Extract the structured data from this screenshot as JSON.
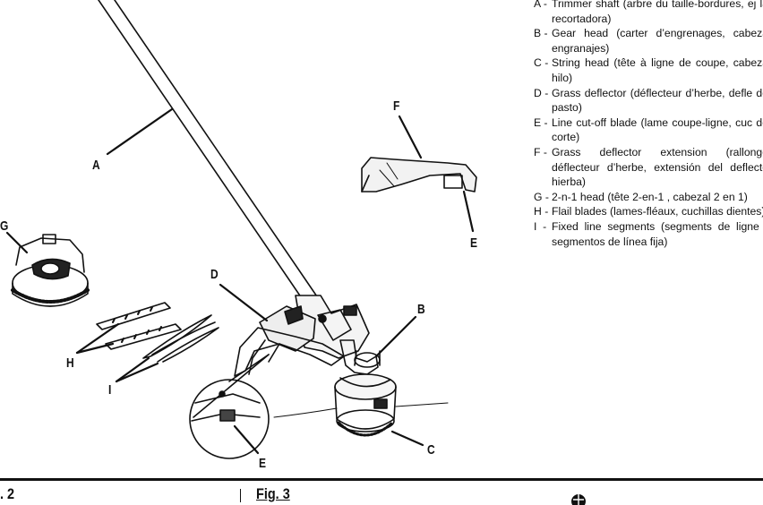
{
  "labels": {
    "a": "A",
    "b": "B",
    "c": "C",
    "d": "D",
    "e1": "E",
    "e2": "E",
    "f": "F",
    "g": "G",
    "h": "H",
    "i": "I"
  },
  "legend": [
    {
      "key": "A -",
      "text": "Trimmer shaft (arbre du taille-bordures, ej la recortadora)"
    },
    {
      "key": "B -",
      "text": "Gear head (carter d’engrenages, cabeza engranajes)"
    },
    {
      "key": "C -",
      "text": "String head (tête à ligne de coupe, cabeza hilo)"
    },
    {
      "key": "D -",
      "text": "Grass deflector (déflecteur d’herbe, defle de pasto)"
    },
    {
      "key": "E -",
      "text": "Line cut-off blade (lame coupe-ligne, cuc de corte)"
    },
    {
      "key": "F -",
      "text": "Grass deflector extension (rallonge déflecteur d’herbe, extensión del deflecto hierba)"
    },
    {
      "key": "G -",
      "text": "2-n-1 head (tête 2-en-1 , cabezal 2 en 1)"
    },
    {
      "key": "H -",
      "text": "Flail blades (lames-fléaux, cuchillas dientes)"
    },
    {
      "key": "I  -",
      "text": "Fixed line segments (segments de ligne f segmentos de línea fija)"
    }
  ],
  "footer": {
    "fig2": ". 2",
    "fig3": "Fig. 3"
  }
}
